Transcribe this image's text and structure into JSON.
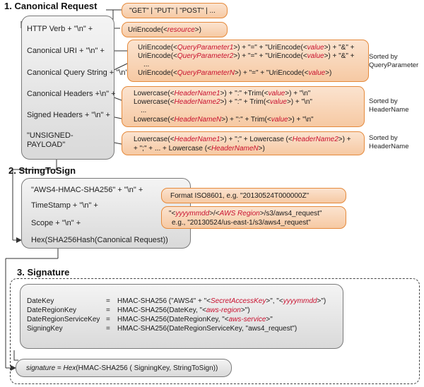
{
  "sections": {
    "canonical_request": "1. Canonical Request",
    "string_to_sign": "2. StringToSign",
    "signature": "3. Signature"
  },
  "canonical": {
    "labels": {
      "http_verb": "HTTP Verb + \"\\n\" +",
      "uri": "Canonical URI + \"\\n\" +",
      "query": "Canonical Query String + \"\\n\"+",
      "headers": "Canonical Headers +\\n\" +",
      "signed": "Signed Headers + \"\\n\" +",
      "unsigned_1": "\"UNSIGNED-",
      "unsigned_2": "PAYLOAD\""
    },
    "verb_values": "\"GET\" | \"PUT\" | \"POST\" | ...",
    "uri_box": {
      "a": "UriEncode(<",
      "b": "resource",
      "c": ">)"
    },
    "query_box": {
      "l1": {
        "a": "UriEncode(<",
        "b": "QueryParameter1",
        "c": ">) + \"=\" + \"UriEncode(<",
        "d": "value",
        "e": ">) + \"&\" +"
      },
      "l2": {
        "a": "UriEncode(<",
        "b": "QueryParameter2",
        "c": ">) + \"=\" + \"UriEncode(<",
        "d": "value",
        "e": ">) + \"&\" +"
      },
      "l3": "...",
      "l4": {
        "a": "UriEncode(<",
        "b": "QueryParameterN",
        "c": ">) + \"=\" + \"UriEncode(<",
        "d": "value",
        "e": ">)"
      }
    },
    "headers_box": {
      "l1": {
        "a": "Lowercase(<",
        "b": "HeaderName1",
        "c": ">) + \":\" +Trim(<",
        "d": "value",
        "e": ">) + \"\\n\""
      },
      "l2": {
        "a": "Lowercase(<",
        "b": "HeaderName2",
        "c": ">) + \":\" + Trim(<",
        "d": "value",
        "e": ">) + \"\\n\""
      },
      "l3": "...",
      "l4": {
        "a": "Lowercase(<",
        "b": "HeaderNameN",
        "c": ">) + \":\" + Trim(<",
        "d": "value",
        "e": ">) + \"\\n\""
      }
    },
    "signed_box": {
      "l1": {
        "a": "Lowercase(<",
        "b": "HeaderName1",
        "c": ">) + \";\" + Lowercase (<",
        "d": "HeaderName2",
        "e": ">) +"
      },
      "l2": {
        "a": "+ \";\" + ... + Lowercase (<",
        "b": "HeaderNameN",
        "c": ">)"
      }
    },
    "notes": {
      "query_1": "Sorted by",
      "query_2": "QueryParameter",
      "headers_1": "Sorted by",
      "headers_2": "HeaderName",
      "signed_1": "Sorted by",
      "signed_2": "HeaderName"
    }
  },
  "string_to_sign": {
    "labels": {
      "algo": "\"AWS4-HMAC-SHA256\" + \"\\n\" +",
      "timestamp": "TimeStamp + \"\\n\" +",
      "scope": "Scope + \"\\n\" +",
      "hex": "Hex(SHA256Hash(Canonical Request))"
    },
    "timestamp_box": "Format ISO8601,  e.g. \"20130524T000000Z\"",
    "scope_box": {
      "l1": {
        "a": "\"<",
        "b": "yyyymmdd",
        "c": ">/<",
        "d": "AWS Region",
        "e": ">/s3/aws4_request\""
      },
      "l2": "e.g., \"20130524/us-east-1/s3/aws4_request\""
    }
  },
  "signature": {
    "rows": [
      {
        "key": "DateKey",
        "eq": "=",
        "a": "HMAC-SHA256 (\"AWS4\" + \"<",
        "b": "SecretAccessKey",
        "c": ">\", \"<",
        "d": "yyyymmdd",
        "e": ">\")"
      },
      {
        "key": "DateRegionKey",
        "eq": "=",
        "a": "HMAC-SHA256(DateKey, \"<",
        "b": "aws-region",
        "c": ">\")",
        "d": "",
        "e": ""
      },
      {
        "key": "DateRegionServiceKey",
        "eq": "=",
        "a": "HMAC-SHA256(DateRegionKey, \"<",
        "b": "aws-service",
        "c": ">\"",
        "d": "",
        "e": ""
      },
      {
        "key": "SigningKey",
        "eq": "=",
        "a": "HMAC-SHA256(DateRegionServiceKey, \"aws4_request\")",
        "b": "",
        "c": "",
        "d": "",
        "e": ""
      }
    ],
    "final": {
      "a": "signature",
      "b": " = ",
      "c": "Hex",
      "d": "(HMAC-SHA256 ( SigningKey, StringToSign))"
    }
  },
  "colors": {
    "accent_orange": "#e58a3c",
    "variable_red": "#c8102e",
    "box_gray": "#d9d9d9"
  }
}
